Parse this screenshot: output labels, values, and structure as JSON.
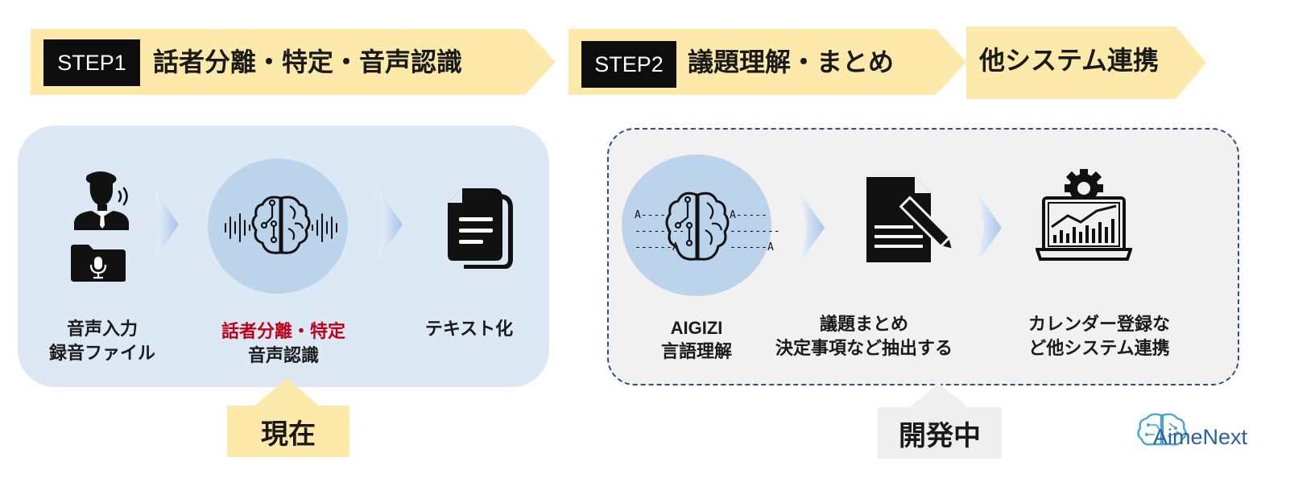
{
  "banners": {
    "step1": {
      "badge": "STEP1",
      "title": "話者分離・特定・音声認識"
    },
    "step2": {
      "badge": "STEP2",
      "title": "議題理解・まとめ"
    },
    "step3": {
      "title": "他システム連携"
    }
  },
  "left_panel": {
    "input": {
      "lines": [
        "音声入力",
        "録音ファイル"
      ],
      "icons": [
        "speaking-person-icon",
        "microphone-folder-icon"
      ]
    },
    "process": {
      "lines_red": [
        "話者分離・特定"
      ],
      "lines": [
        "音声認識"
      ],
      "icon": "brain-soundwave-icon"
    },
    "output": {
      "lines": [
        "テキスト化"
      ],
      "icon": "documents-icon"
    },
    "status": "現在"
  },
  "right_panel": {
    "understand": {
      "lines": [
        "AIGIZI",
        "言語理解"
      ],
      "icon": "brain-text-icon",
      "side_text_left": [
        "A-----",
        "--------",
        "------A"
      ],
      "side_text_right": [
        "A-----",
        "--------",
        "------A"
      ]
    },
    "summary": {
      "lines": [
        "議題まとめ",
        "決定事項など抽出する"
      ],
      "icon": "document-pen-icon"
    },
    "integration": {
      "lines": [
        "カレンダー登録な",
        "ど他システム連携"
      ],
      "icon": "laptop-chart-gear-icon"
    },
    "status": "開発中"
  },
  "logo": {
    "text": "AimeNext"
  },
  "colors": {
    "banner": "#fde9a9",
    "badge": "#0d0d0d",
    "left_panel": "#dde8f5",
    "right_panel": "#f1f1f1",
    "circle": "#bcd3ec",
    "accent_red": "#c0001a",
    "logo": "#2a5fa8"
  }
}
